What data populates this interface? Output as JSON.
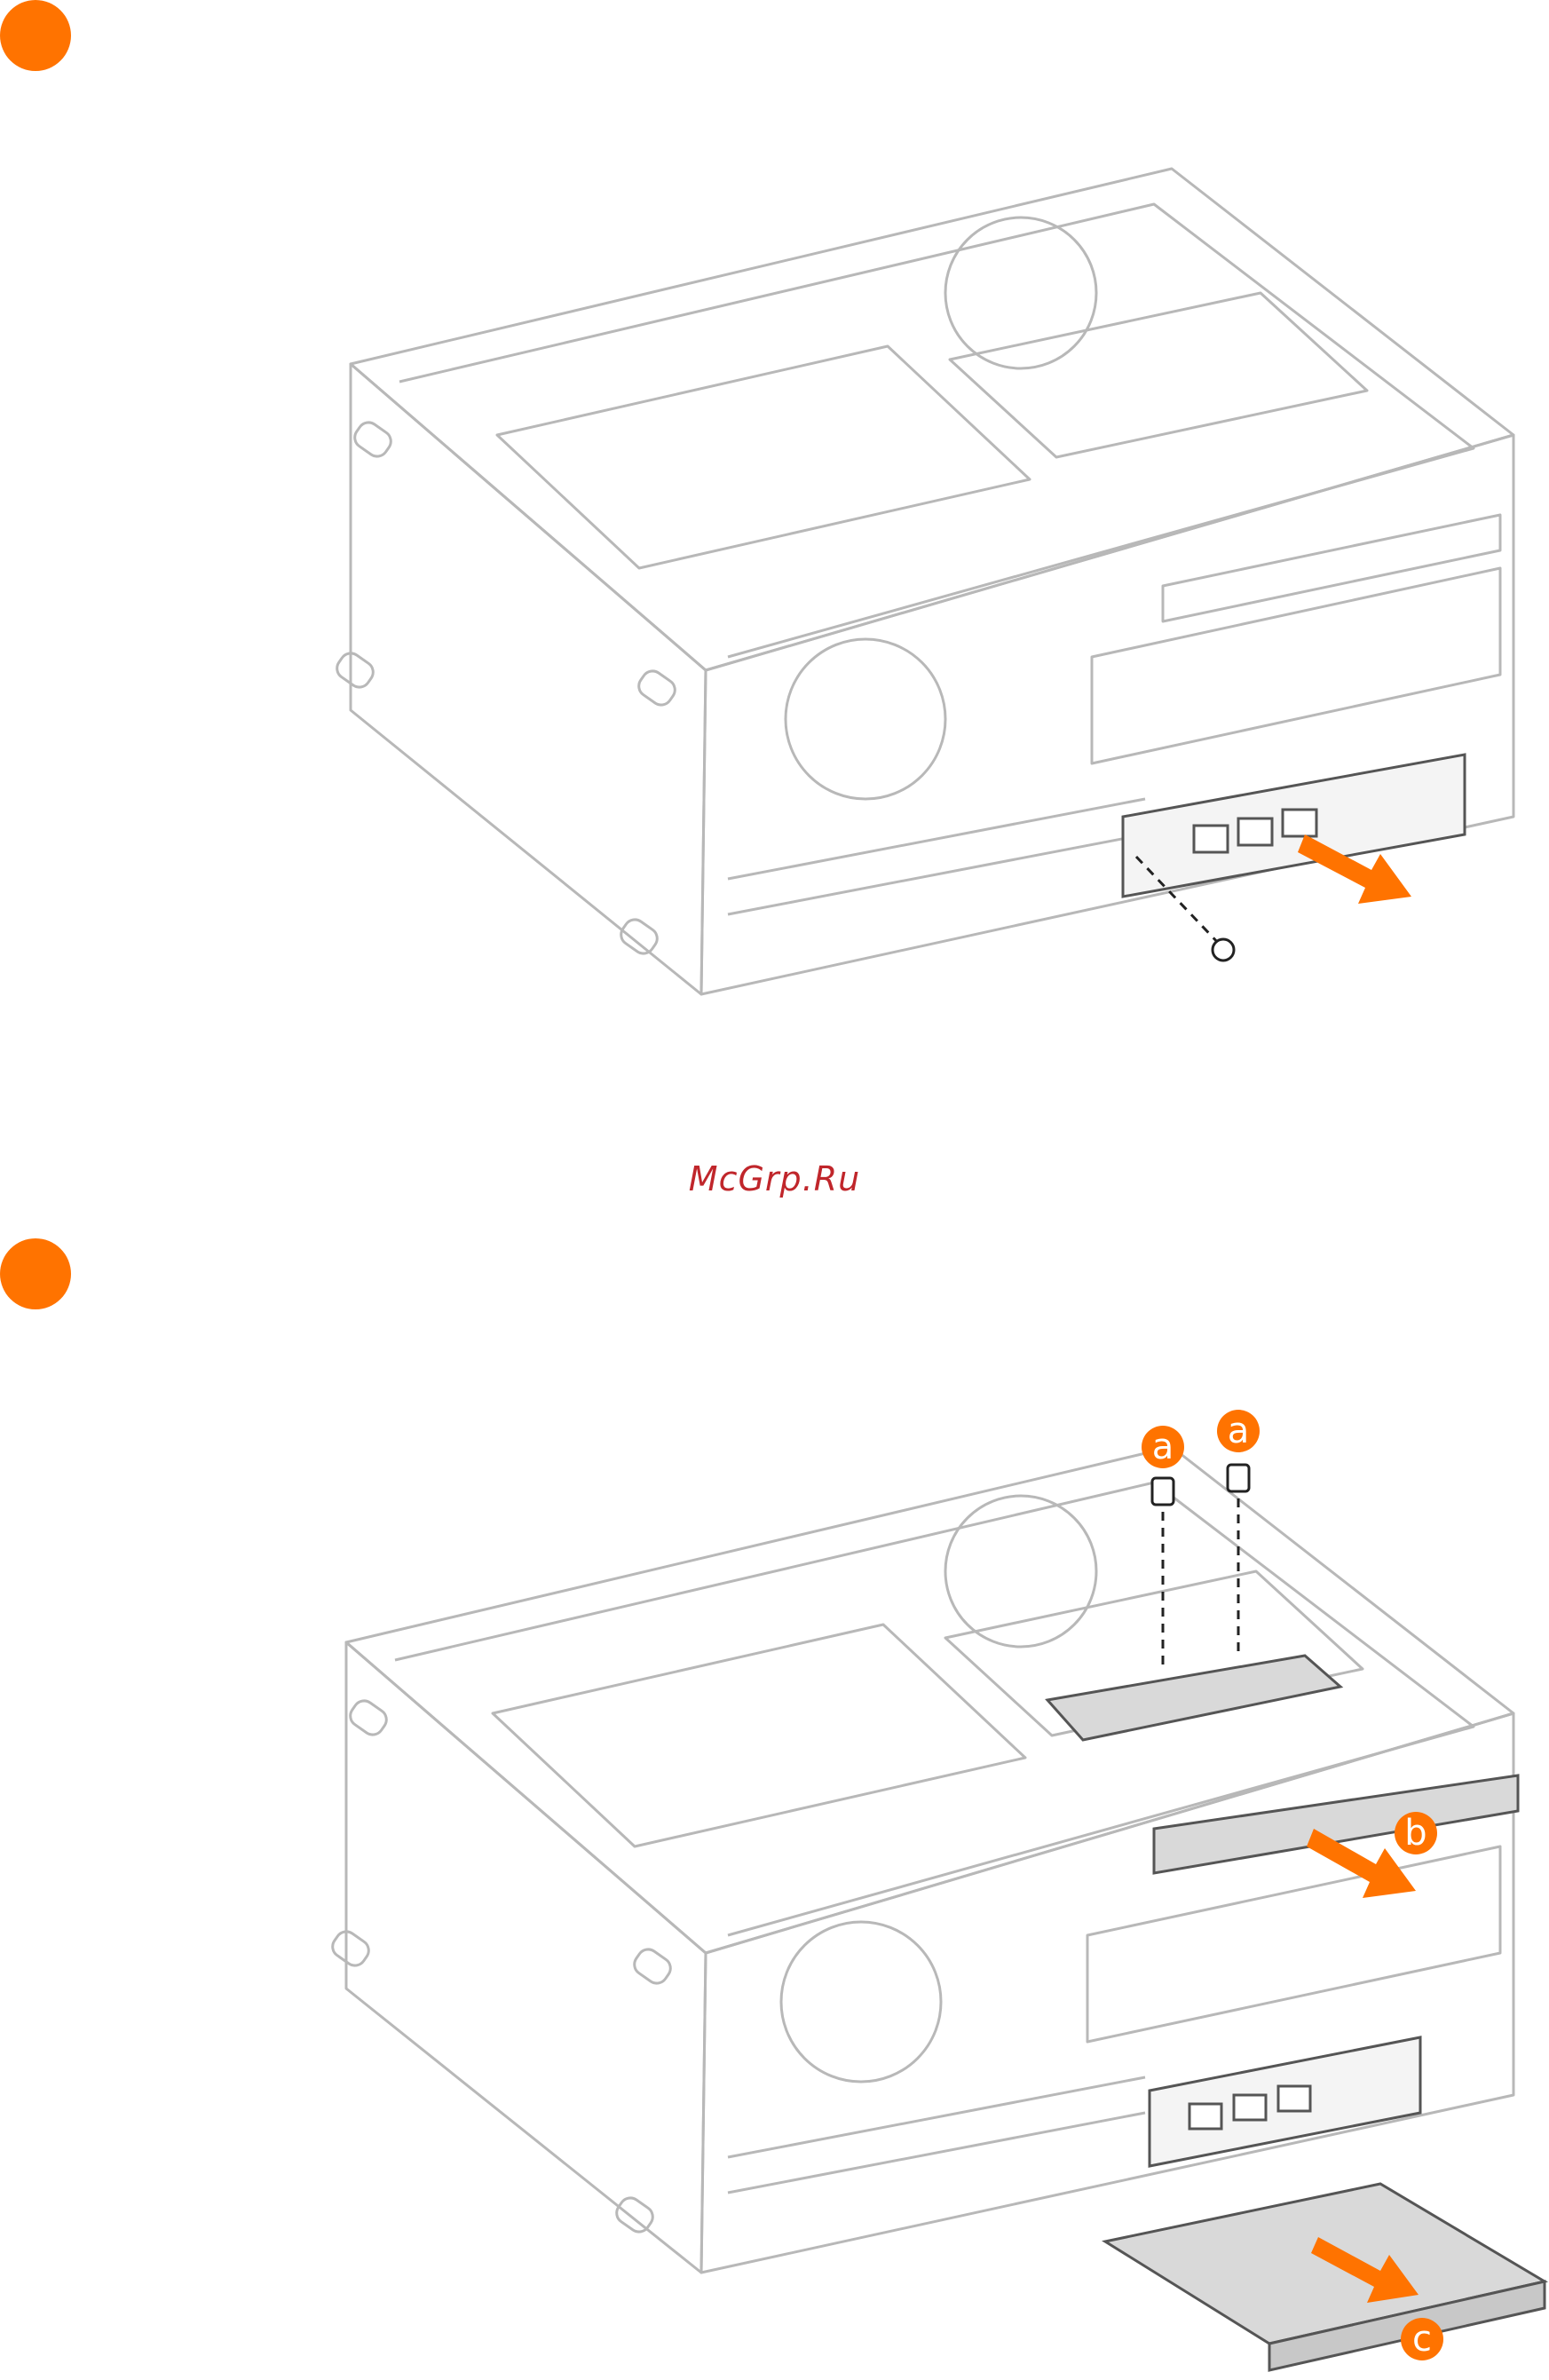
{
  "watermark": {
    "text": "McGrp.Ru"
  },
  "colors": {
    "accent": "#ff7300",
    "line": "#b8b8b8",
    "line_dark": "#555555",
    "panel_fill": "#d9d9d9",
    "watermark": "#c0262b"
  },
  "steps": [
    {
      "icon": "step-dot-icon"
    },
    {
      "icon": "step-dot-icon",
      "callouts": [
        "a",
        "a",
        "b",
        "c"
      ]
    }
  ]
}
